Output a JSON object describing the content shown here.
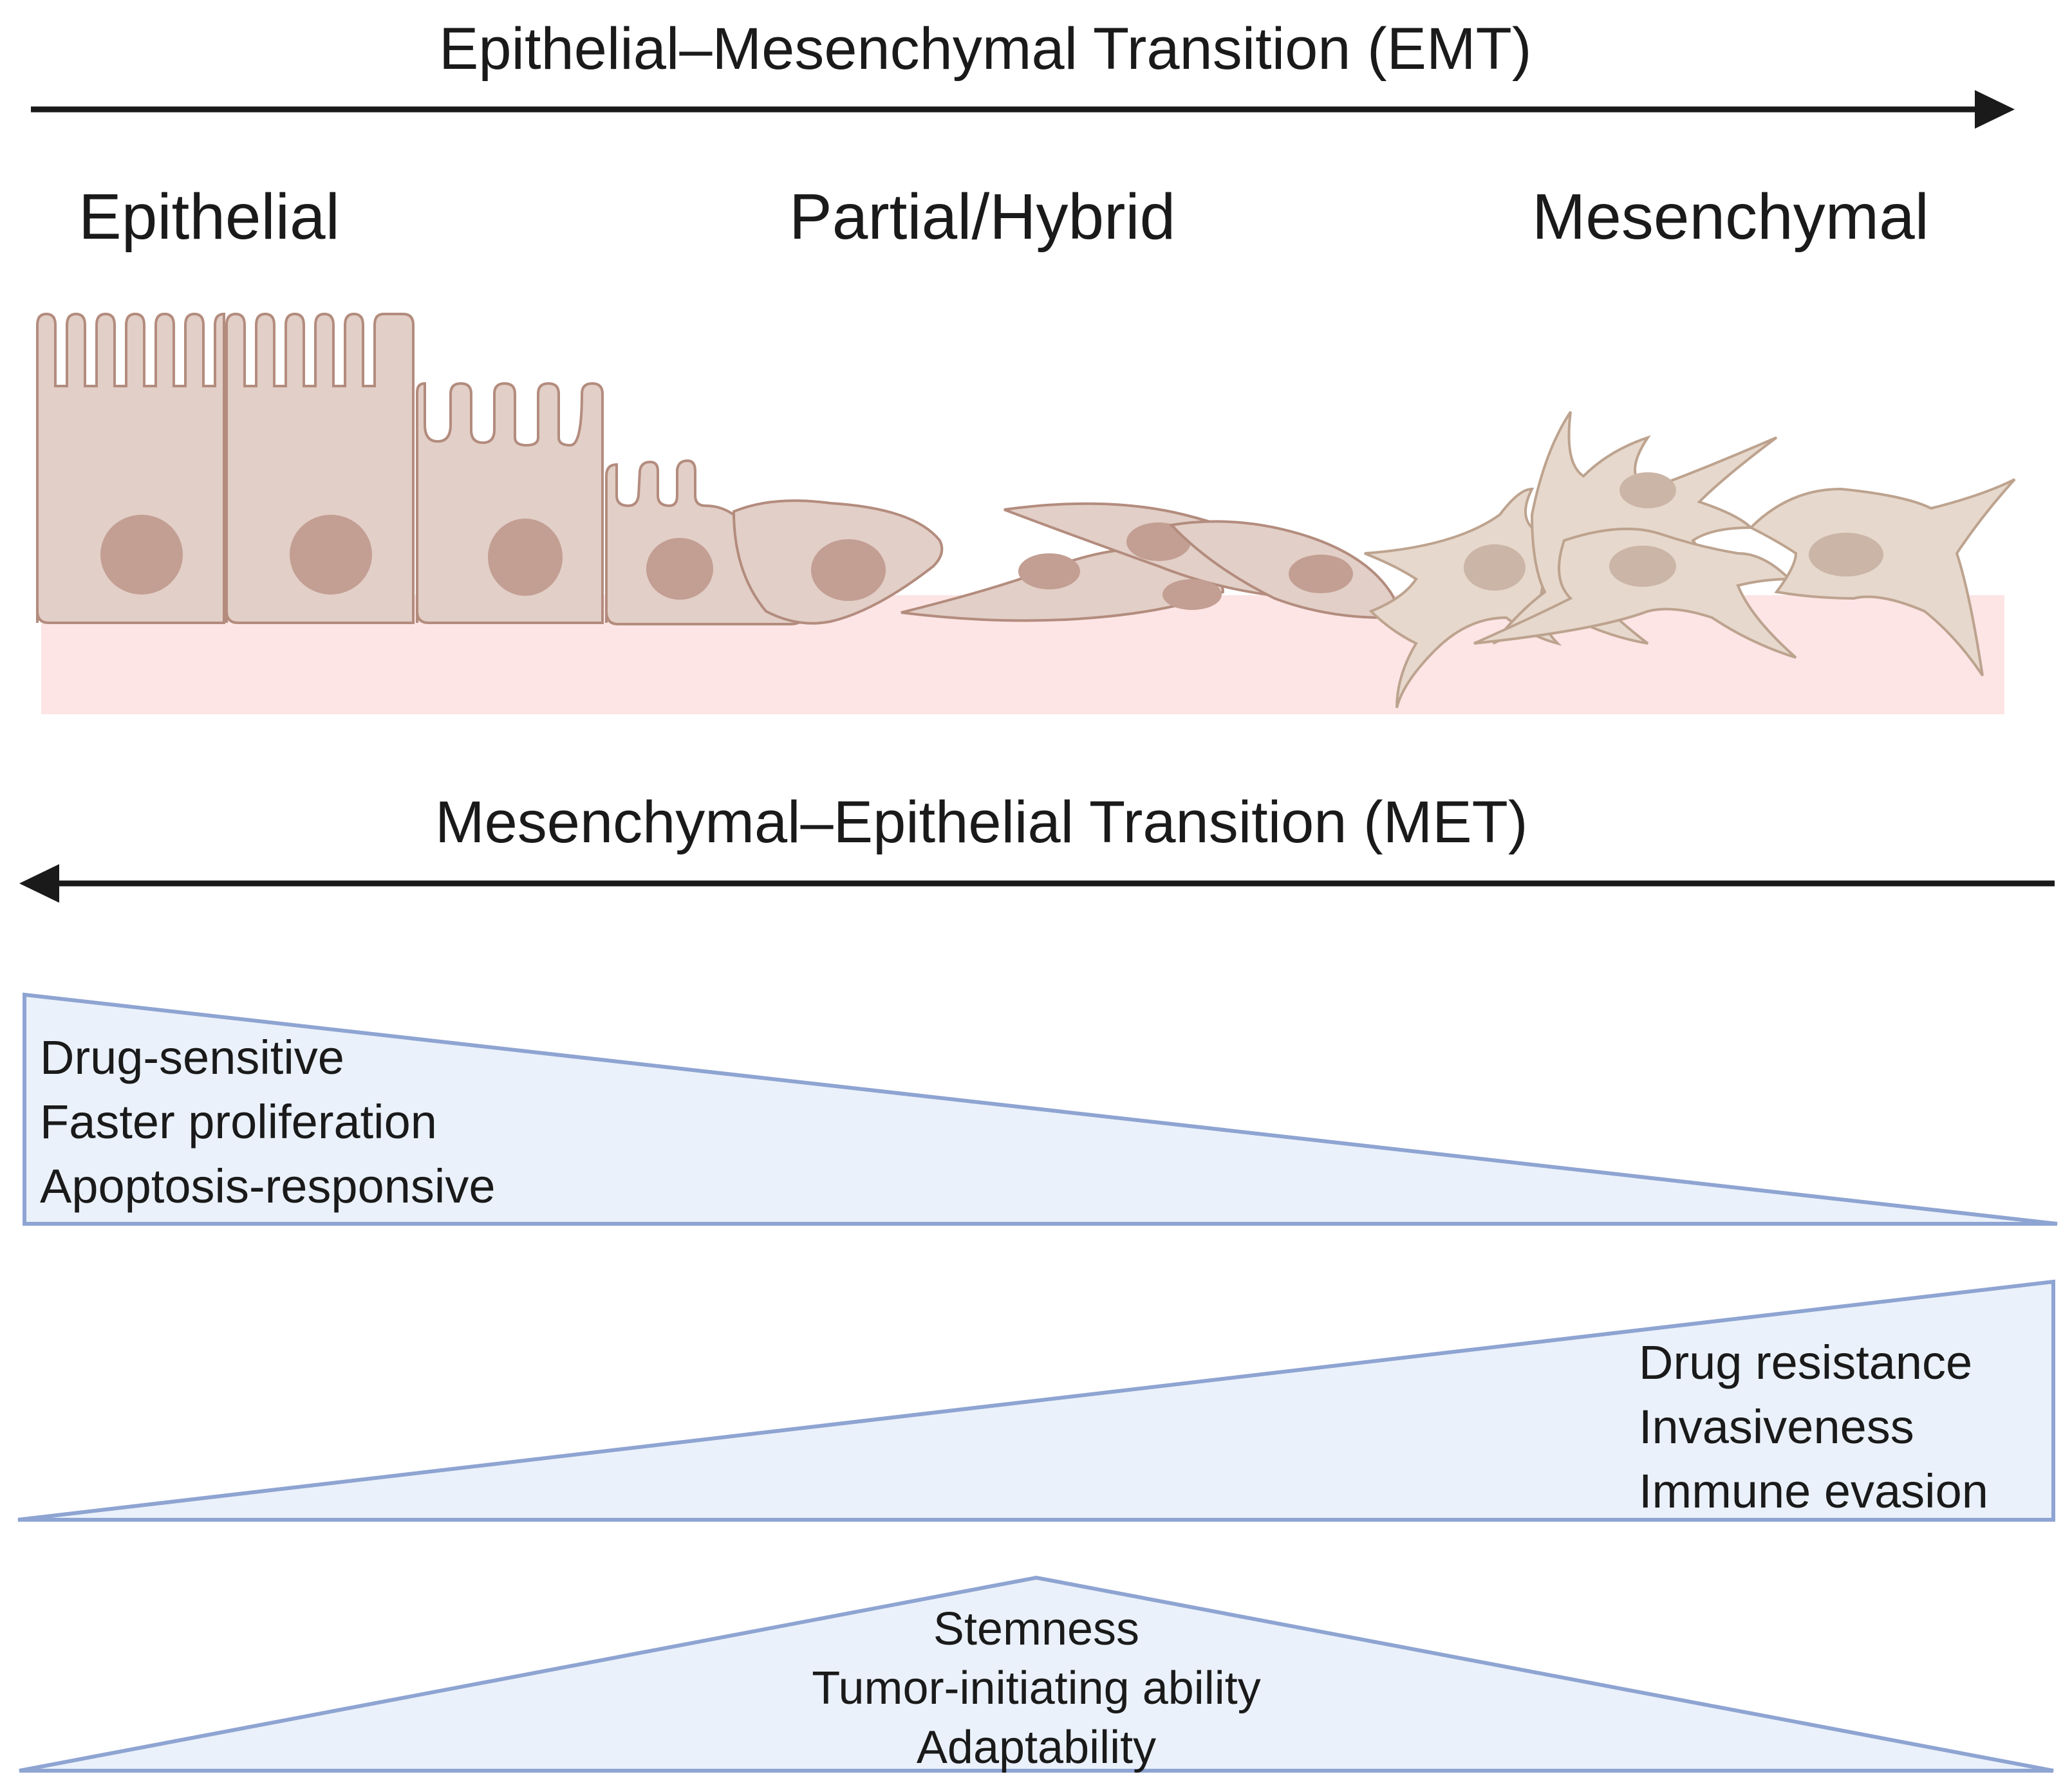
{
  "emt_title": "Epithelial–Mesenchymal Transition (EMT)",
  "met_title": "Mesenchymal–Epithelial Transition (MET)",
  "stages": {
    "epithelial": "Epithelial",
    "partial": "Partial/Hybrid",
    "mesenchymal": "Mesenchymal"
  },
  "gradients": {
    "decreasing": [
      "Drug-sensitive",
      "Faster proliferation",
      "Apoptosis-responsive"
    ],
    "increasing": [
      "Drug resistance",
      "Invasiveness",
      "Immune evasion"
    ],
    "peak": [
      "Stemness",
      "Tumor-initiating ability",
      "Adaptability"
    ]
  },
  "colors": {
    "arrow": "#1a1a1a",
    "cell_fill": "#e2cfc7",
    "cell_stroke": "#b38c7e",
    "nucleus": "#c39e93",
    "basement": "#fde5e5",
    "mesenchymal_fill": "#e6d8cc",
    "mesenchymal_stroke": "#bda38f",
    "gradient_fill": "#eaf1fa",
    "gradient_stroke": "#8ea4d2"
  }
}
